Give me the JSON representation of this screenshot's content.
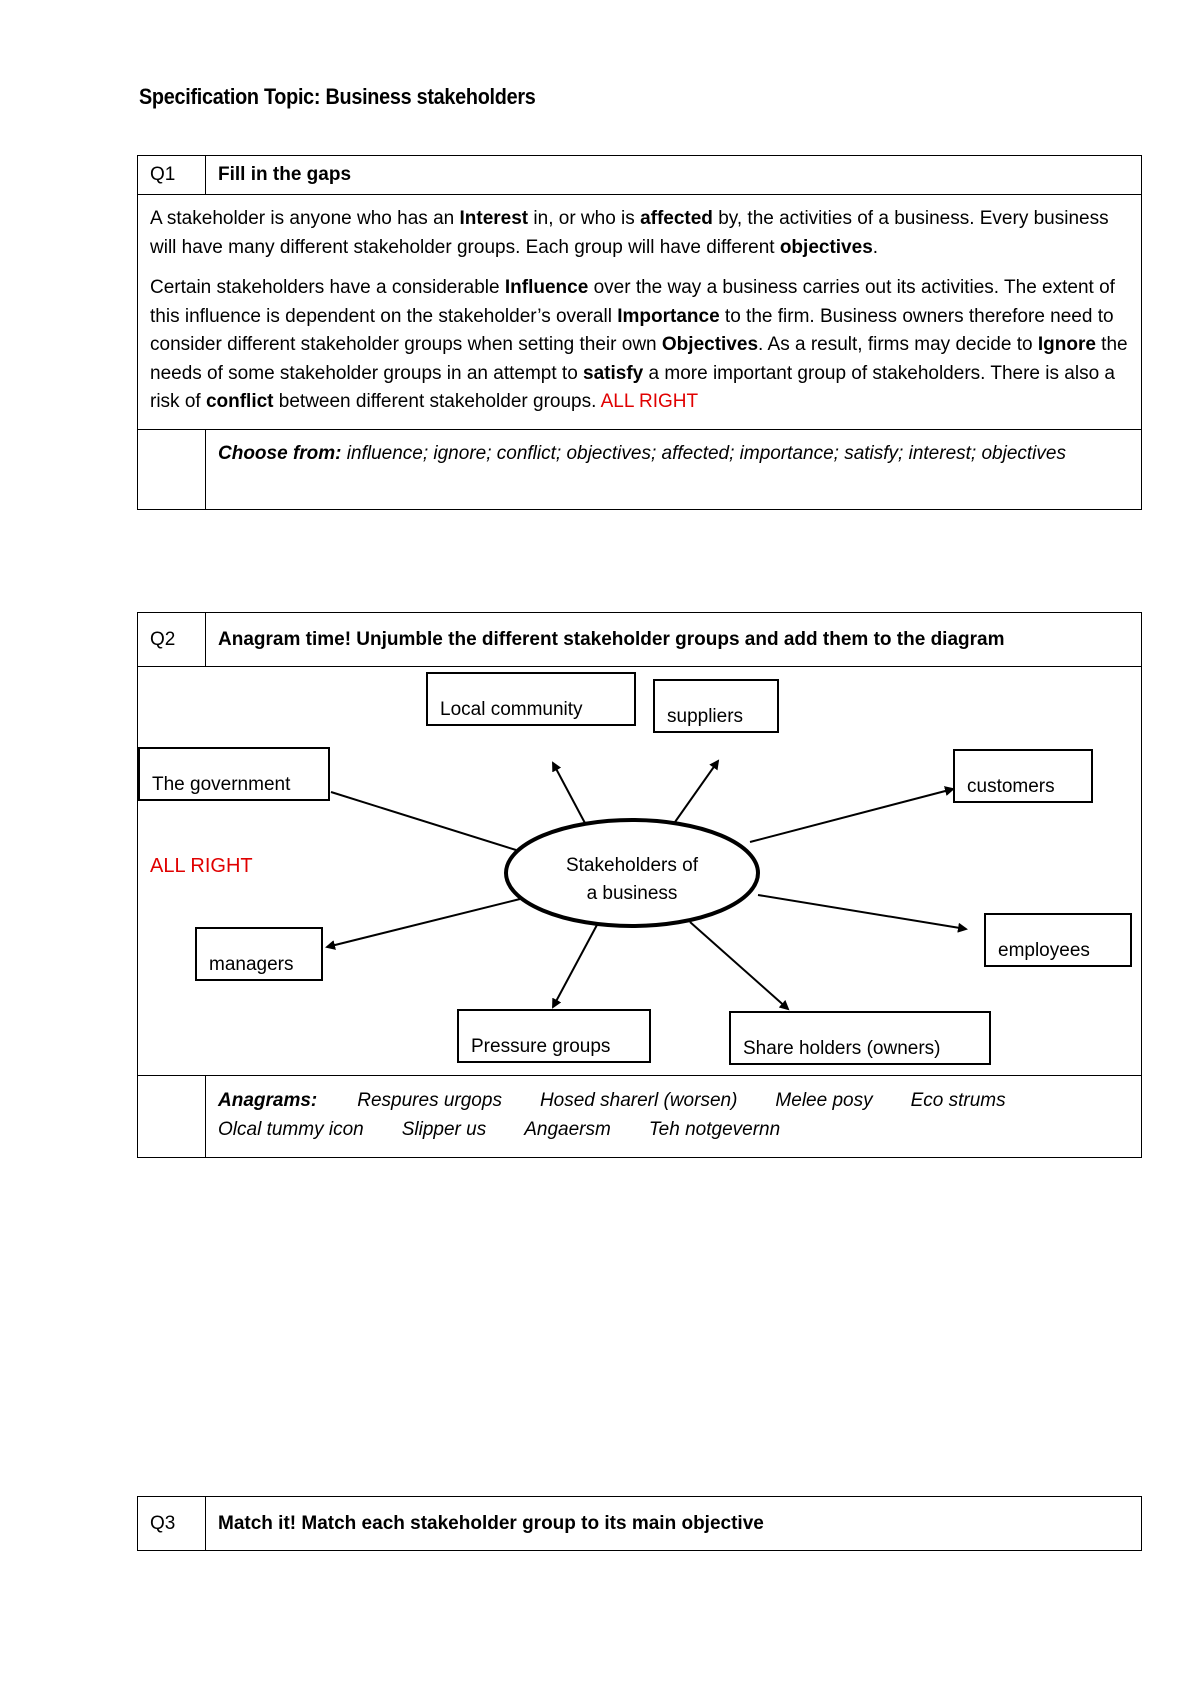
{
  "title": "Specification Topic: Business stakeholders",
  "q1": {
    "number": "Q1",
    "heading": "Fill in the gaps",
    "p1": [
      {
        "t": "A stakeholder is anyone who has an "
      },
      {
        "t": "Interest",
        "b": true
      },
      {
        "t": " in, or who is "
      },
      {
        "t": "affected",
        "b": true
      },
      {
        "t": " by, the activities of a business. Every business will have many different stakeholder groups. Each group will have different "
      },
      {
        "t": "objectives",
        "b": true
      },
      {
        "t": "."
      }
    ],
    "p2": [
      {
        "t": "Certain stakeholders have a considerable "
      },
      {
        "t": "Influence",
        "b": true
      },
      {
        "t": " over the way a business carries out its activities. The extent of this influence is dependent on the stakeholder’s overall "
      },
      {
        "t": "Importance",
        "b": true
      },
      {
        "t": " to the firm. Business owners therefore need to consider different stakeholder groups when setting their own "
      },
      {
        "t": "Objectives",
        "b": true
      },
      {
        "t": ". As a result, firms may decide to "
      },
      {
        "t": "Ignore",
        "b": true
      },
      {
        "t": " the needs of some stakeholder groups in an attempt to "
      },
      {
        "t": "satisfy",
        "b": true
      },
      {
        "t": " a more important group of stakeholders. There is also a risk of "
      },
      {
        "t": "conflict",
        "b": true
      },
      {
        "t": " between different stakeholder groups. "
      },
      {
        "t": "ALL RIGHT",
        "red": true
      }
    ],
    "choose_label": "Choose from:",
    "choose_text": " influence; ignore; conflict; objectives; affected; importance; satisfy; interest; objectives"
  },
  "q2": {
    "number": "Q2",
    "heading": "Anagram time! Unjumble the different stakeholder groups and add them to the diagram",
    "center_line1": "Stakeholders of",
    "center_line2": "a business",
    "boxes": {
      "local_community": "Local community",
      "suppliers": "suppliers",
      "government": "The government",
      "customers": "customers",
      "managers": "managers",
      "employees": "employees",
      "pressure_groups": "Pressure groups",
      "share_holders": "Share holders (owners)"
    },
    "all_right": "ALL RIGHT",
    "anagrams_label": "Anagrams:",
    "anagrams_row1": [
      "Respures urgops",
      "Hosed sharerl (worsen)",
      "Melee posy",
      "Eco strums"
    ],
    "anagrams_row2": [
      "Olcal tummy icon",
      "Slipper us",
      "Angaersm",
      "Teh notgevernn"
    ]
  },
  "q3": {
    "number": "Q3",
    "heading": "Match it! Match each stakeholder group to its main objective"
  }
}
